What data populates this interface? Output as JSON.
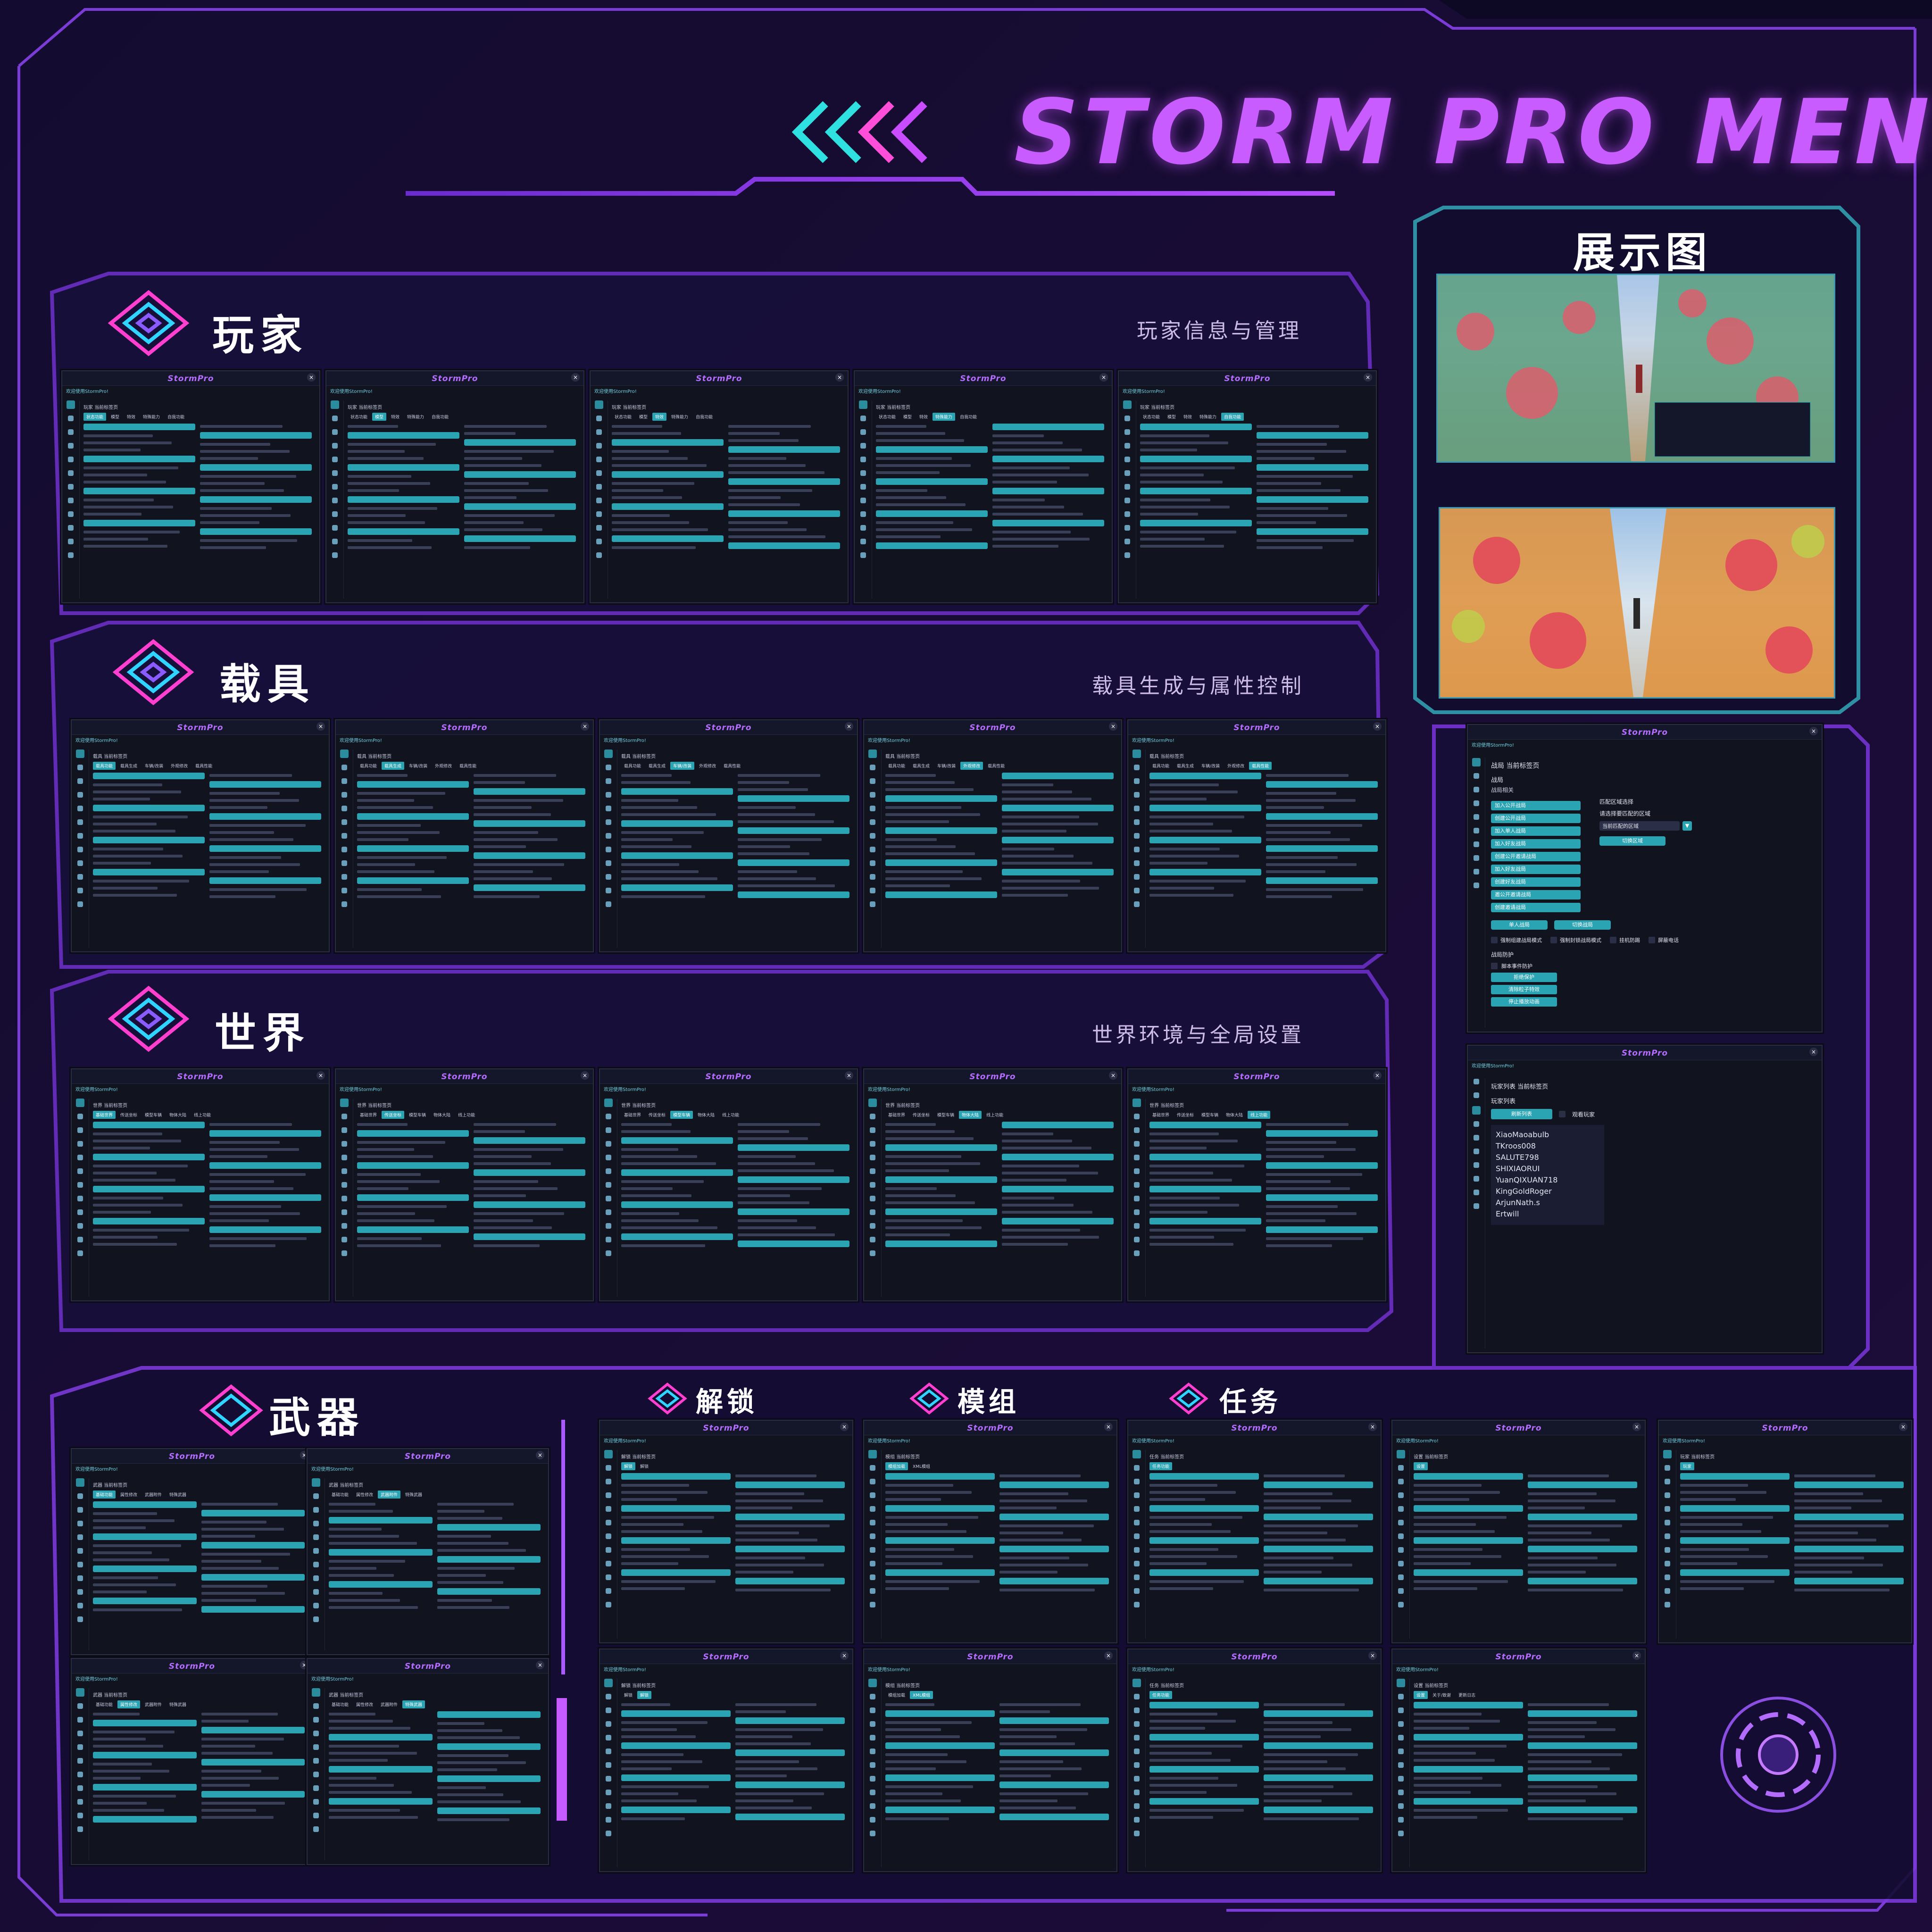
{
  "page": {
    "title": "STORM PRO MENU",
    "preview_title": "展示图"
  },
  "colors": {
    "background": "#0b0820",
    "accent_purple": "#b65cff",
    "accent_teal": "#2aa3b3",
    "window_bg": "#11131f"
  },
  "sections": {
    "player": {
      "title": "玩家",
      "subtitle": "玩家信息与管理"
    },
    "vehicle": {
      "title": "载具",
      "subtitle": "载具生成与属性控制"
    },
    "world": {
      "title": "世界",
      "subtitle": "世界环境与全局设置"
    },
    "weapons": {
      "title": "武器"
    },
    "unlock": {
      "title": "解锁"
    },
    "mods": {
      "title": "模组"
    },
    "missions": {
      "title": "任务"
    }
  },
  "window": {
    "brand": "StormPro",
    "welcome": "欢迎使用StormPro!",
    "close": "×"
  },
  "player_windows": [
    {
      "head": "玩家  当前标签页",
      "tabs": [
        "状态功能",
        "模型",
        "特效",
        "特殊能力",
        "自我功能"
      ],
      "active": 0
    },
    {
      "head": "玩家  当前标签页",
      "tabs": [
        "状态功能",
        "模型",
        "特效",
        "特殊能力",
        "自我功能"
      ],
      "active": 1
    },
    {
      "head": "玩家  当前标签页",
      "tabs": [
        "状态功能",
        "模型",
        "特效",
        "特殊能力",
        "自我功能"
      ],
      "active": 2
    },
    {
      "head": "玩家  当前标签页",
      "tabs": [
        "状态功能",
        "模型",
        "特效",
        "特殊能力",
        "自我功能"
      ],
      "active": 3
    },
    {
      "head": "玩家  当前标签页",
      "tabs": [
        "状态功能",
        "模型",
        "特效",
        "特殊能力",
        "自我功能"
      ],
      "active": 4
    }
  ],
  "vehicle_windows": [
    {
      "head": "载具  当前标签页",
      "tabs": [
        "载具功能",
        "载具生成",
        "车辆/改装",
        "外观修改",
        "载具性能"
      ],
      "active": 0
    },
    {
      "head": "载具  当前标签页",
      "tabs": [
        "载具功能",
        "载具生成",
        "车辆/改装",
        "外观修改",
        "载具性能"
      ],
      "active": 1
    },
    {
      "head": "载具  当前标签页",
      "tabs": [
        "载具功能",
        "载具生成",
        "车辆/改装",
        "外观修改",
        "载具性能"
      ],
      "active": 2
    },
    {
      "head": "载具  当前标签页",
      "tabs": [
        "载具功能",
        "载具生成",
        "车辆/改装",
        "外观修改",
        "载具性能"
      ],
      "active": 3
    },
    {
      "head": "载具  当前标签页",
      "tabs": [
        "载具功能",
        "载具生成",
        "车辆/改装",
        "外观修改",
        "载具性能"
      ],
      "active": 4
    }
  ],
  "world_windows": [
    {
      "head": "世界  当前标签页",
      "tabs": [
        "基础世界",
        "传送坐标",
        "模型车辆",
        "物体大陆",
        "线上功能"
      ],
      "active": 0
    },
    {
      "head": "世界  当前标签页",
      "tabs": [
        "基础世界",
        "传送坐标",
        "模型车辆",
        "物体大陆",
        "线上功能"
      ],
      "active": 1
    },
    {
      "head": "世界  当前标签页",
      "tabs": [
        "基础世界",
        "传送坐标",
        "模型车辆",
        "物体大陆",
        "线上功能"
      ],
      "active": 2
    },
    {
      "head": "世界  当前标签页",
      "tabs": [
        "基础世界",
        "传送坐标",
        "模型车辆",
        "物体大陆",
        "线上功能"
      ],
      "active": 3
    },
    {
      "head": "世界  当前标签页",
      "tabs": [
        "基础世界",
        "传送坐标",
        "模型车辆",
        "物体大陆",
        "线上功能"
      ],
      "active": 4
    }
  ],
  "weapon_windows": [
    {
      "head": "武器  当前标签页",
      "tabs": [
        "基础功能",
        "属性修改",
        "武器附件",
        "特殊武器"
      ],
      "active": 0
    },
    {
      "head": "武器  当前标签页",
      "tabs": [
        "基础功能",
        "属性修改",
        "武器附件",
        "特殊武器"
      ],
      "active": 2
    },
    {
      "head": "武器  当前标签页",
      "tabs": [
        "基础功能",
        "属性修改",
        "武器附件",
        "特殊武器"
      ],
      "active": 1
    },
    {
      "head": "武器  当前标签页",
      "tabs": [
        "基础功能",
        "属性修改",
        "武器附件",
        "特殊武器"
      ],
      "active": 3
    }
  ],
  "unlock_windows": [
    {
      "head": "解锁  当前标签页",
      "tabs": [
        "解锁",
        "解锁"
      ],
      "active": 0
    },
    {
      "head": "解锁  当前标签页",
      "tabs": [
        "解锁",
        "解锁"
      ],
      "active": 1
    }
  ],
  "mod_windows": [
    {
      "head": "模组  当前标签页",
      "tabs": [
        "模组加载",
        "XML模组"
      ],
      "active": 0
    },
    {
      "head": "模组  当前标签页",
      "tabs": [
        "模组加载",
        "XML模组"
      ],
      "active": 1
    }
  ],
  "mission_windows": [
    {
      "head": "任务  当前标签页",
      "tabs": [
        "任务功能"
      ],
      "active": 0
    },
    {
      "head": "任务  当前标签页",
      "tabs": [
        "任务功能"
      ],
      "active": 0
    }
  ],
  "extra_windows": [
    {
      "head": "设置  当前标签页",
      "tabs": [
        "设置"
      ],
      "active": 0
    },
    {
      "head": "玩家  当前标签页",
      "tabs": [
        "玩家"
      ],
      "active": 0
    },
    {
      "head": "设置  当前标签页",
      "tabs": [
        "设置",
        "关于/致谢",
        "更新日志"
      ],
      "active": 0
    }
  ],
  "battle_window": {
    "head": "战局  当前标签页",
    "section": "战局",
    "section2": "战局相关",
    "buttons": [
      "加入公开战局",
      "创建公开战局",
      "加入单人战局",
      "加入好友战局",
      "创建公开邀请战局",
      "加入好友战局",
      "创建好友战局",
      "邀公开邀请战局",
      "创建邀请战局"
    ],
    "right_title": "匹配区域选择",
    "right_hint": "请选择要匹配的区域",
    "right_select": "当前匹配的区域",
    "right_button": "切换区域",
    "bottom_buttons": [
      "单人战局",
      "切换战局"
    ],
    "checks": [
      "强制组建战局模式",
      "强制封锁战局模式",
      "挂机防踢",
      "屏蔽电话"
    ],
    "protect_title": "战局防护",
    "protect_check": "脚本事件防护",
    "protect_buttons": [
      "拒绝保护",
      "清除粒子特效",
      "停止播放动画"
    ]
  },
  "player_list_window": {
    "head": "玩家列表  当前标签页",
    "section": "玩家列表",
    "tab_active": "刷新列表",
    "tab_other": "观看玩家",
    "players": [
      "XiaoMaoabulb",
      "TKroos008",
      "SALUTE798",
      "SHIXIAORUI",
      "YuanQIXUAN718",
      "KingGoldRoger",
      "ArjunNath.s",
      "Ertwill"
    ]
  }
}
